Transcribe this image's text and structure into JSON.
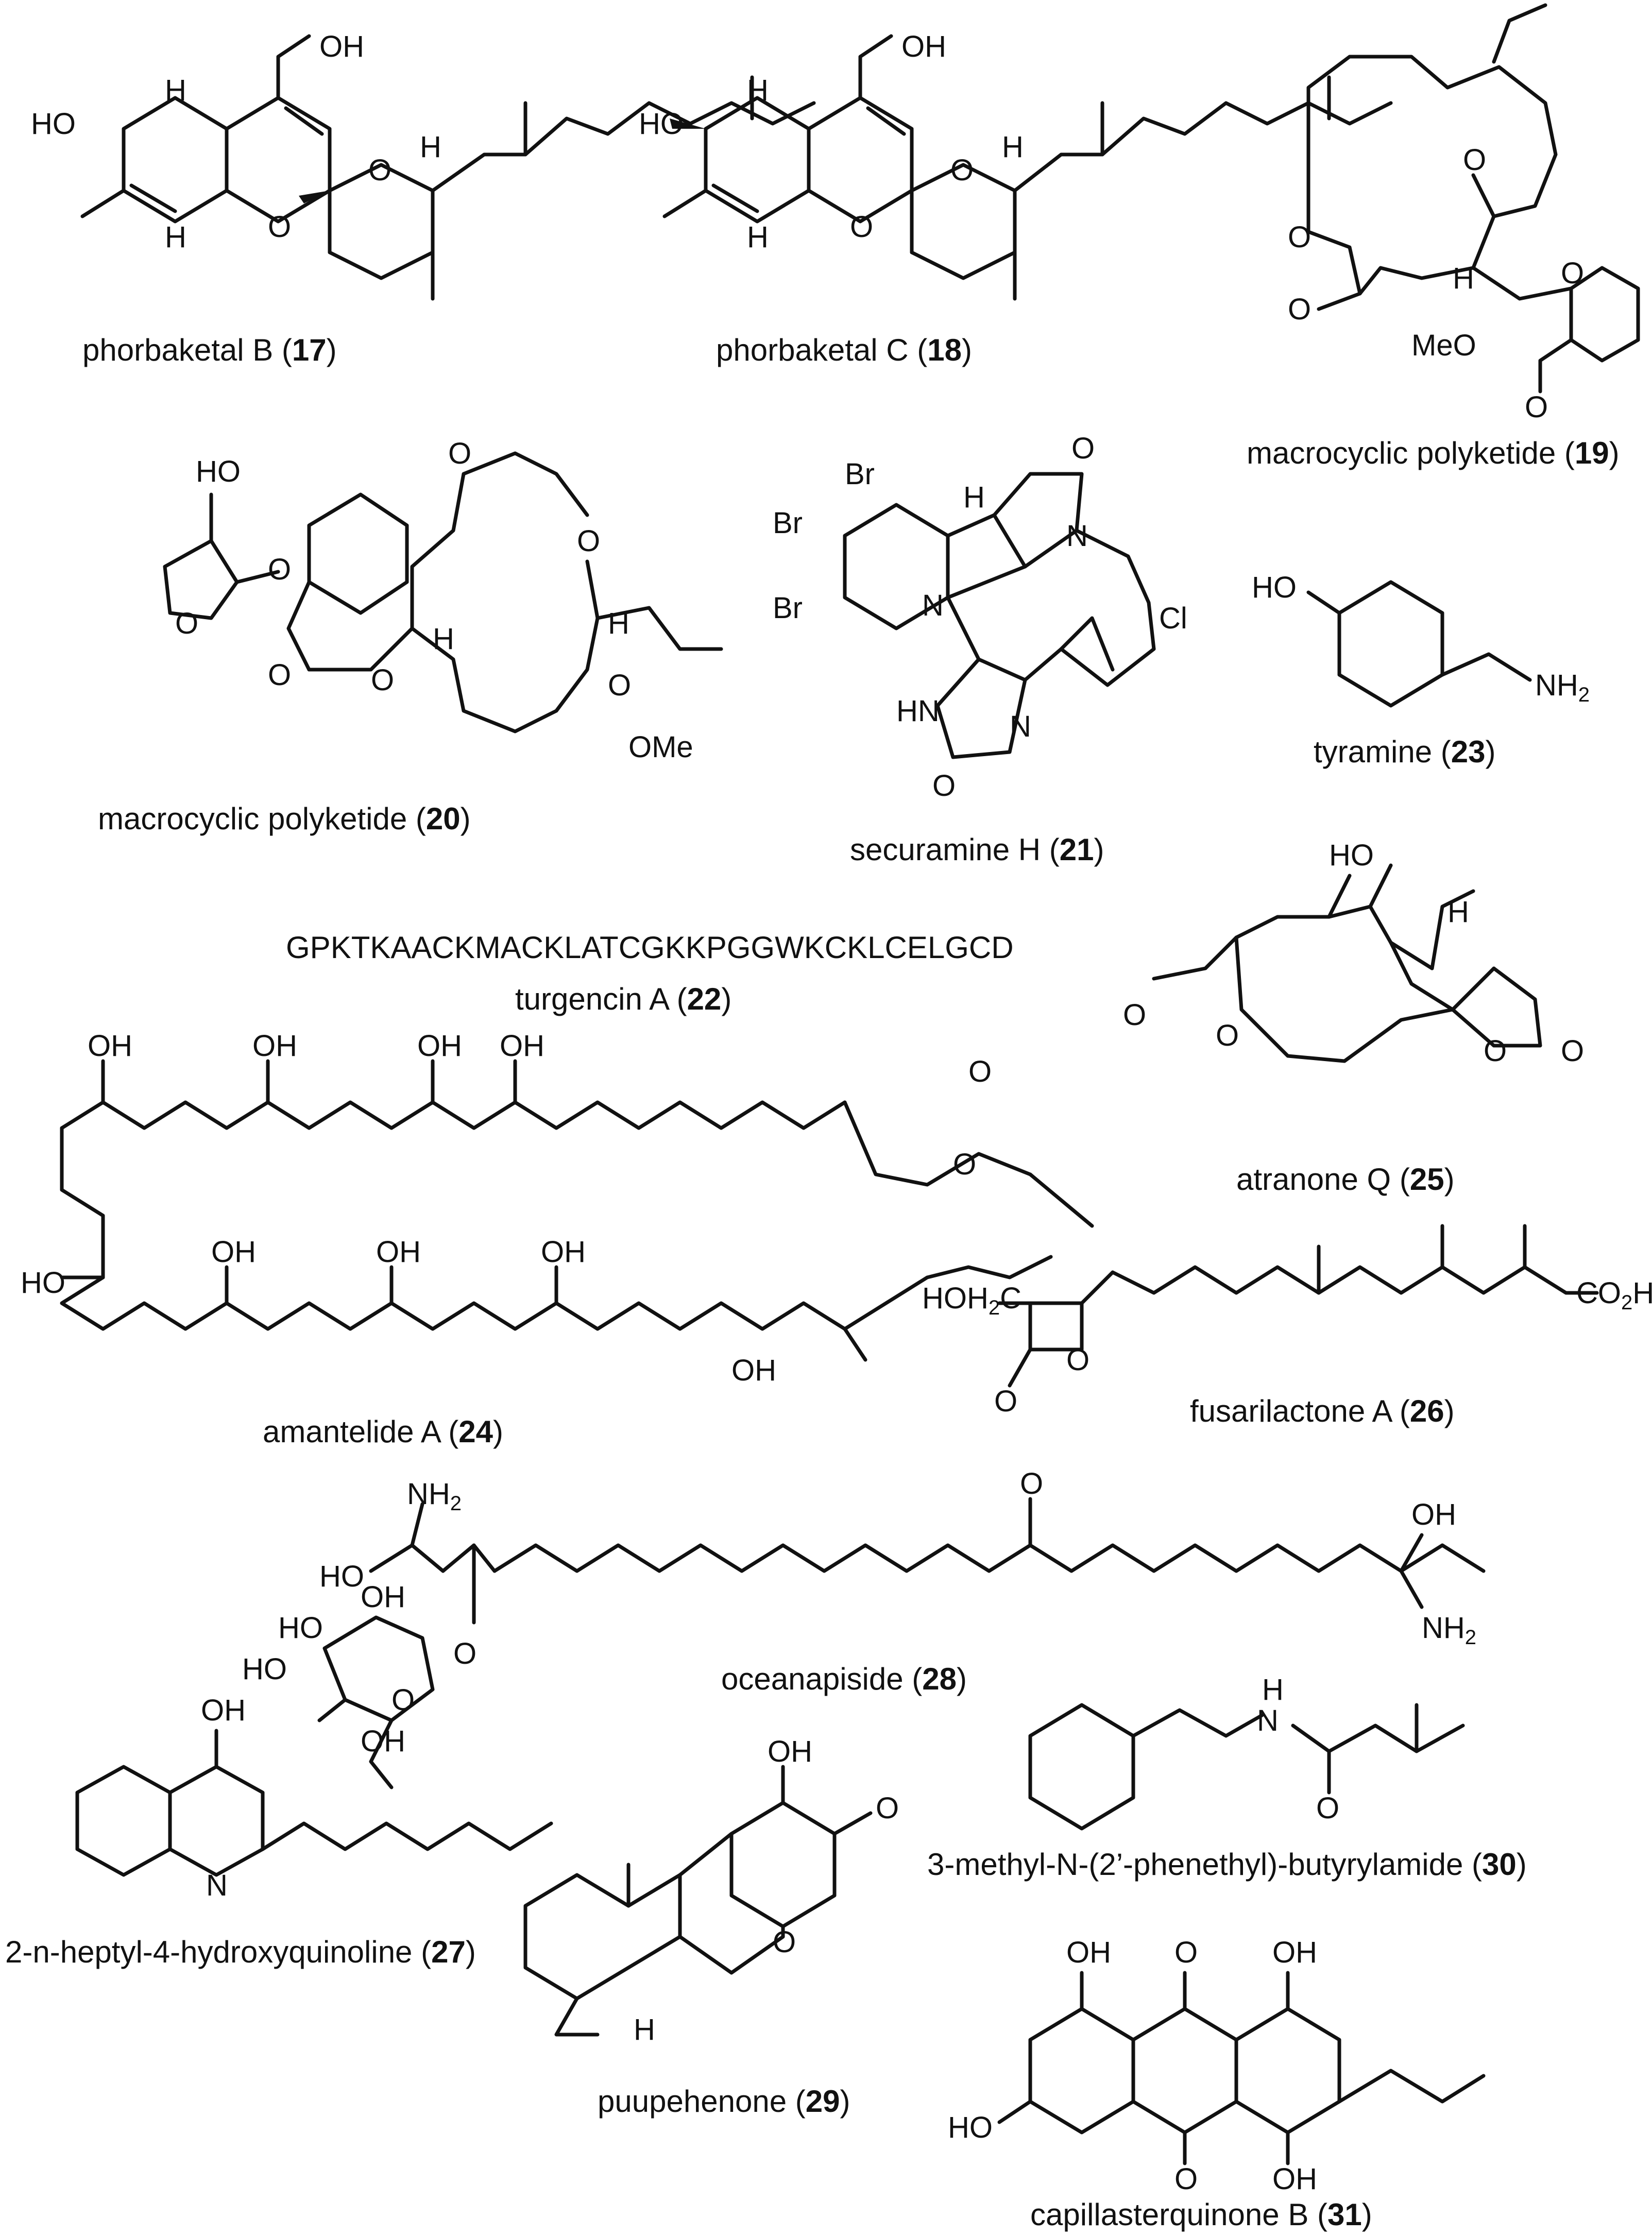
{
  "compounds": [
    {
      "id": "17",
      "name": "phorbaketal B",
      "open": " (",
      "close": ")"
    },
    {
      "id": "18",
      "name": "phorbaketal C",
      "open": " (",
      "close": ")"
    },
    {
      "id": "19",
      "name": "macrocyclic polyketide",
      "open": " (",
      "close": ")"
    },
    {
      "id": "20",
      "name": "macrocyclic polyketide",
      "open": " (",
      "close": ")"
    },
    {
      "id": "21",
      "name": "securamine H",
      "open": " (",
      "close": ")"
    },
    {
      "id": "23",
      "name": "tyramine",
      "open": " (",
      "close": ")"
    },
    {
      "id": "22",
      "name": "turgencin A",
      "open": " (",
      "close": ")"
    },
    {
      "id": "25",
      "name": "atranone Q",
      "open": " (",
      "close": ")"
    },
    {
      "id": "24",
      "name": "amantelide A",
      "open": " (",
      "close": ")"
    },
    {
      "id": "26",
      "name": "fusarilactone A",
      "open": " (",
      "close": ")"
    },
    {
      "id": "28",
      "name": "oceanapiside",
      "open": " (",
      "close": ")"
    },
    {
      "id": "30",
      "name": "3-methyl-N-(2’-phenethyl)-butyrylamide",
      "open": " (",
      "close": ")"
    },
    {
      "id": "27",
      "name": "2-n-heptyl-4-hydroxyquinoline",
      "open": " (",
      "close": ")"
    },
    {
      "id": "29",
      "name": "puupehenone",
      "open": " (",
      "close": ")"
    },
    {
      "id": "31",
      "name": "capillasterquinone B",
      "open": " (",
      "close": ")"
    }
  ],
  "peptide_sequence": "GPKTKAACKMACKLATCGKKPGGWKCKLCELGCD",
  "atom_labels": {
    "oh": "OH",
    "ho": "HO",
    "h": "H",
    "o": "O",
    "n": "N",
    "br": "Br",
    "cl": "Cl",
    "hn": "HN",
    "meo": "MeO",
    "ome": "OMe",
    "nh2": "NH",
    "sub2": "2",
    "hoh2c": "HOH",
    "c": "C",
    "co2h": "CO",
    "h_suffix": "H"
  }
}
